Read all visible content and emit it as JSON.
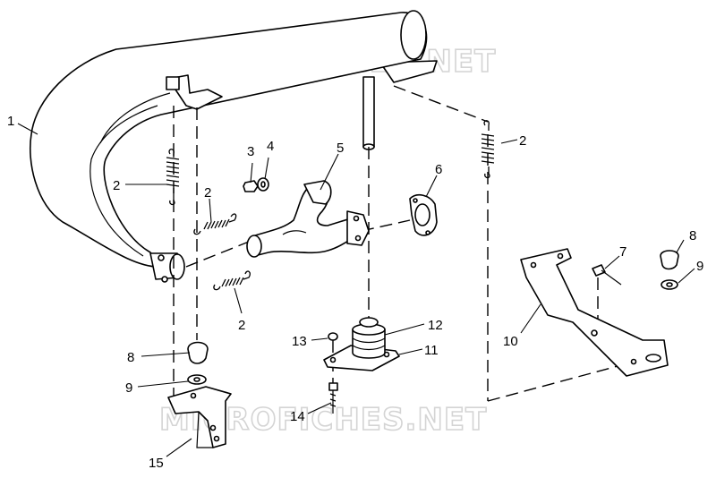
{
  "watermark": {
    "top": "MICROFICHES.NET",
    "bottom": "MICROFICHES.NET"
  },
  "callouts": {
    "c1": "1",
    "c2a": "2",
    "c2b": "2",
    "c2c": "2",
    "c2d": "2",
    "c3": "3",
    "c4": "4",
    "c5": "5",
    "c6": "6",
    "c7": "7",
    "c8a": "8",
    "c8b": "8",
    "c9a": "9",
    "c9b": "9",
    "c10": "10",
    "c11": "11",
    "c12": "12",
    "c13": "13",
    "c14": "14",
    "c15": "15"
  }
}
